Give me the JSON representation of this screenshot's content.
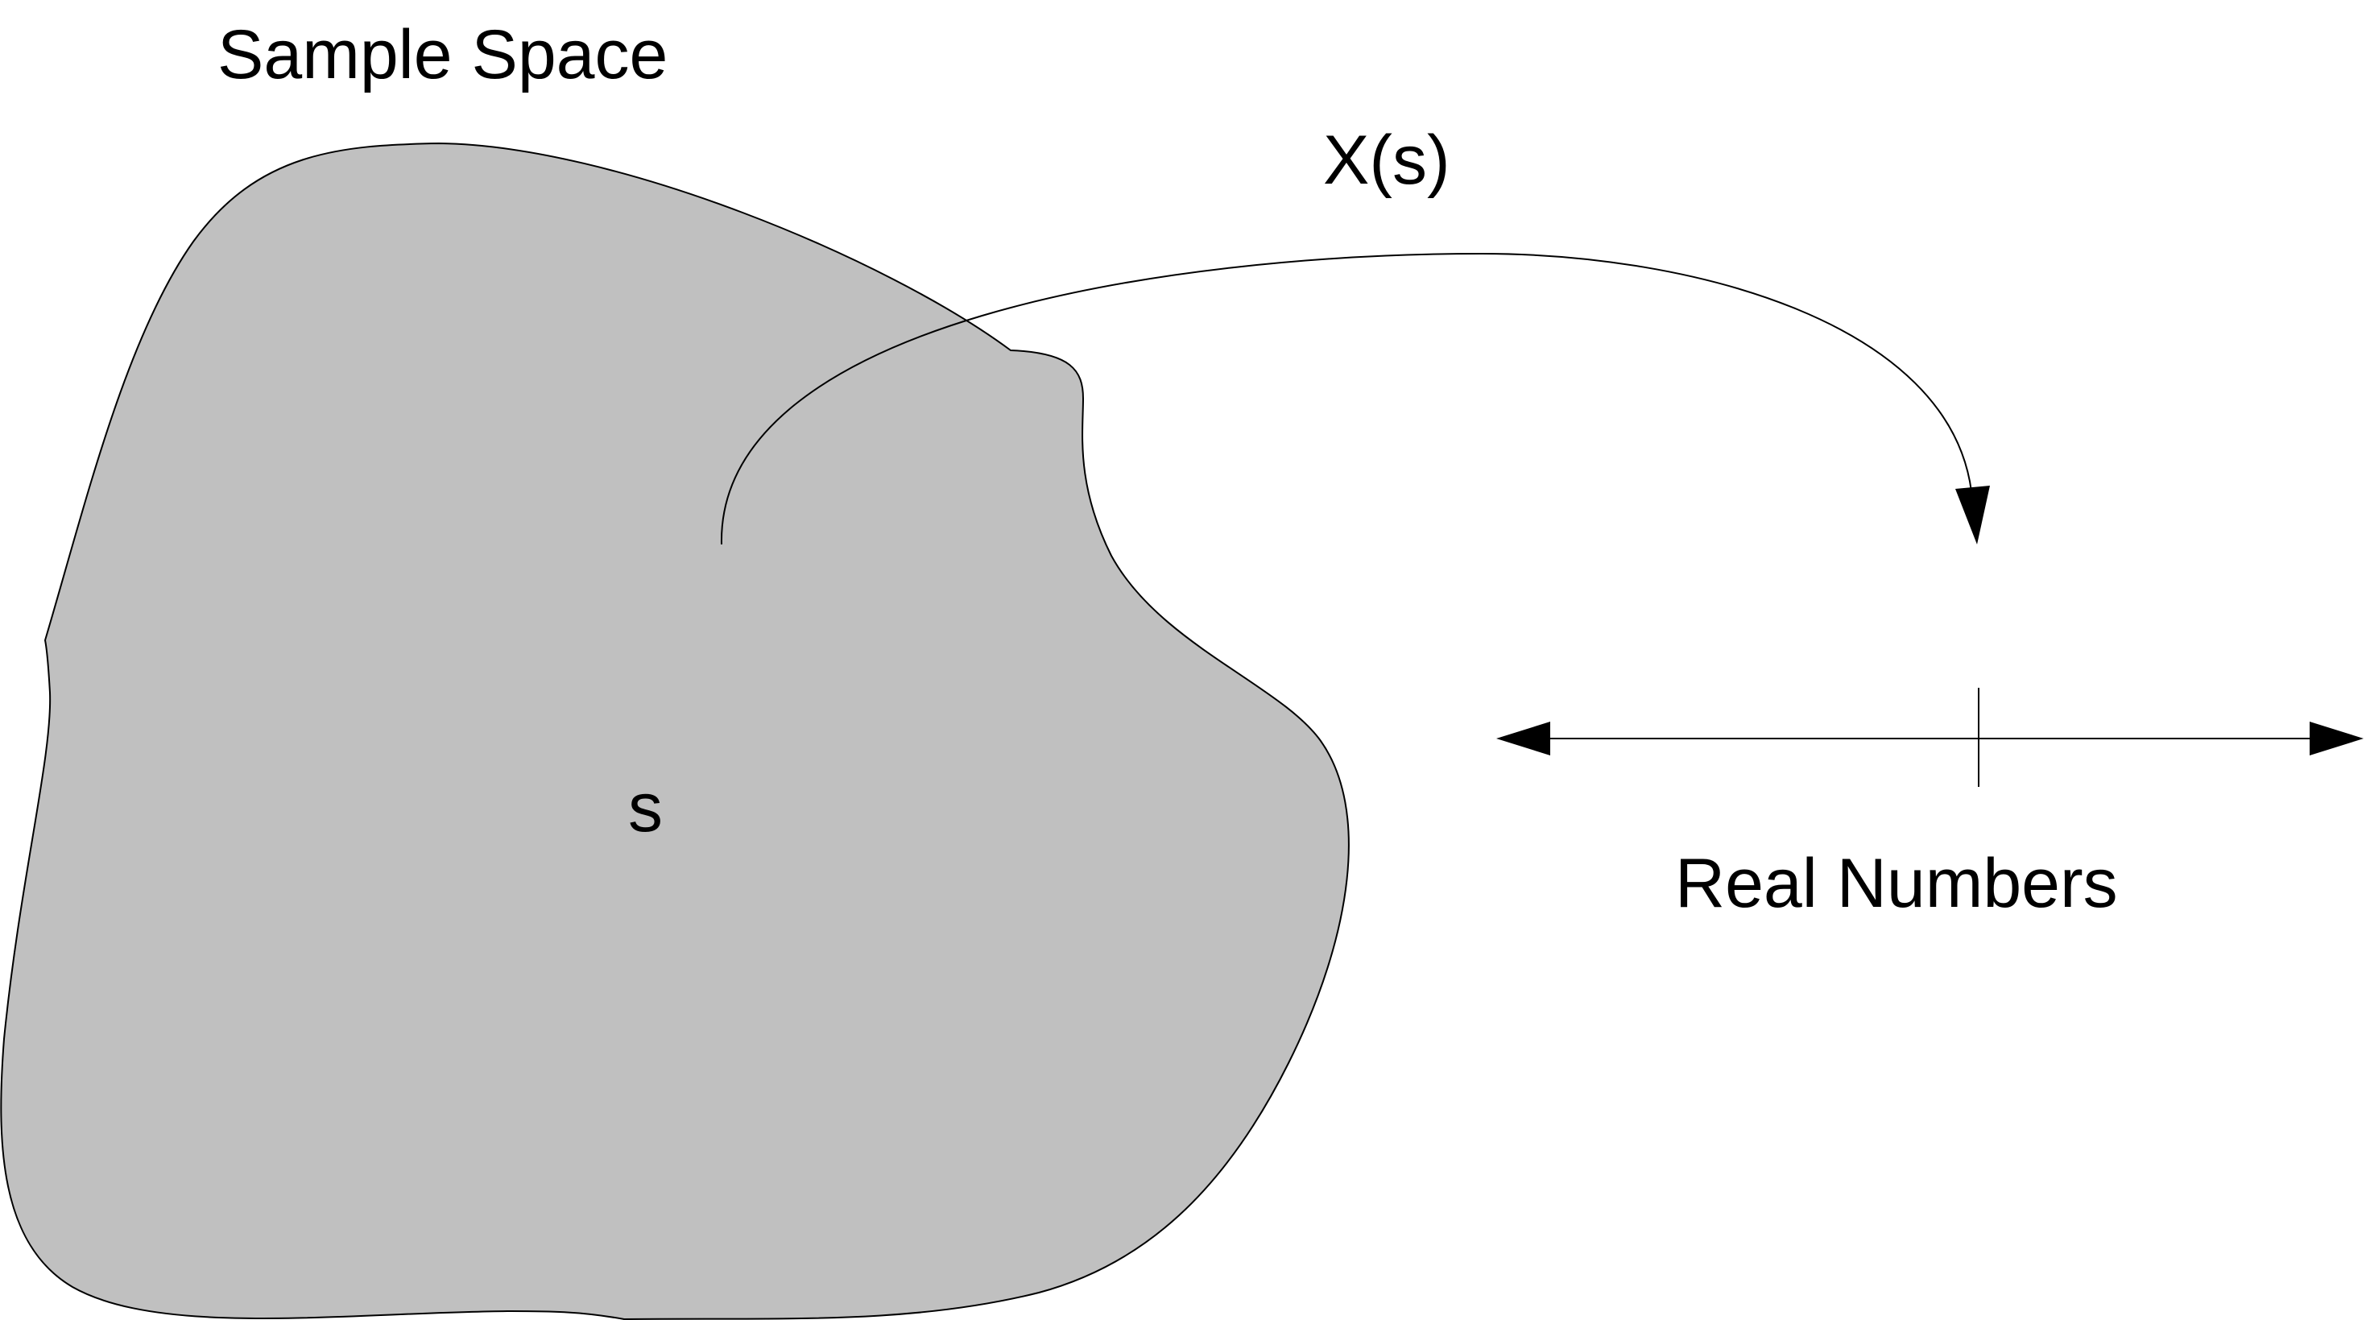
{
  "labels": {
    "sample_space": "Sample Space",
    "mapping": "X(s)",
    "point": "s",
    "real_numbers": "Real Numbers"
  },
  "colors": {
    "region_fill": "#c0c0c0",
    "stroke": "#000000",
    "background": "#ffffff"
  }
}
